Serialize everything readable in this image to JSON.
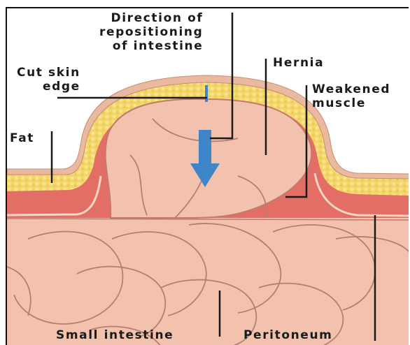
{
  "labels": {
    "direction": [
      "Direction of",
      "repositioning",
      "of intestine"
    ],
    "cut_skin": [
      "Cut skin",
      "edge"
    ],
    "hernia": "Hernia",
    "weakened": [
      "Weakened",
      "muscle"
    ],
    "fat": "Fat",
    "small_intestine": "Small intestine",
    "peritoneum": "Peritoneum"
  },
  "colors": {
    "skin": "#e9b9a0",
    "fat": "#f4d76a",
    "muscle": "#e36e66",
    "intestine": "#f3c2ae",
    "fold_line": "#b77d70",
    "arrow": "#3f86c9"
  }
}
